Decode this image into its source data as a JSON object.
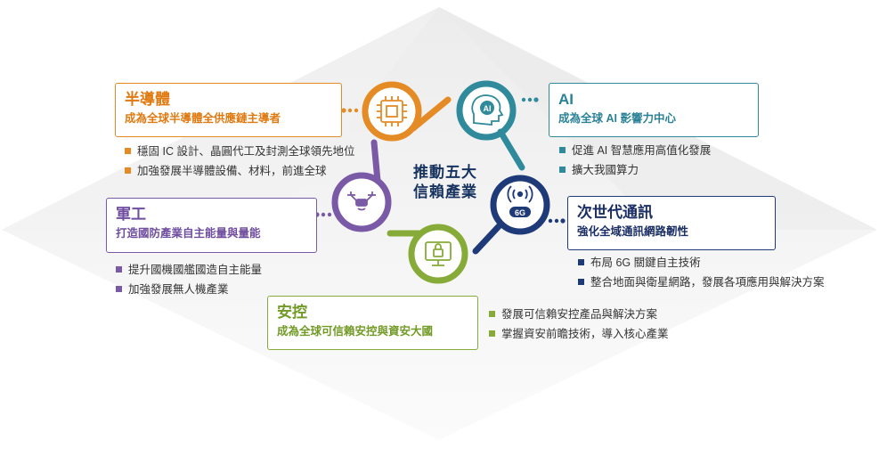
{
  "center": {
    "line1": "推動五大",
    "line2": "信賴產業"
  },
  "colors": {
    "semiconductor": "#e58b25",
    "ai": "#2f8a9c",
    "next_gen_comm": "#1f3a78",
    "military": "#7a5aa6",
    "security": "#86ab38"
  },
  "semiconductor": {
    "title": "半導體",
    "subtitle": "成為全球半導體全供應鏈主導者",
    "icon": "chip-icon",
    "bullets": [
      "穩固 IC 設計、晶圓代工及封測全球領先地位",
      "加強發展半導體設備、材料，前進全球"
    ]
  },
  "ai": {
    "title": "AI",
    "subtitle": "成為全球 AI 影響力中心",
    "icon": "ai-head-icon",
    "bullets": [
      "促進 AI 智慧應用高值化發展",
      "擴大我國算力"
    ]
  },
  "next_gen_comm": {
    "title": "次世代通訊",
    "subtitle": "強化全域通訊網路韌性",
    "icon": "6g-signal-icon",
    "icon_label": "6G",
    "bullets": [
      "布局 6G 關鍵自主技術",
      "整合地面與衛星網路，發展各項應用與解決方案"
    ]
  },
  "military": {
    "title": "軍工",
    "subtitle": "打造國防產業自主能量與量能",
    "icon": "drone-icon",
    "bullets": [
      "提升國機國艦國造自主能量",
      "加強發展無人機產業"
    ]
  },
  "security": {
    "title": "安控",
    "subtitle": "成為全球可信賴安控與資安大國",
    "icon": "security-monitor-icon",
    "bullets": [
      "發展可信賴安控產品與解決方案",
      "掌握資安前瞻技術，導入核心產業"
    ]
  }
}
